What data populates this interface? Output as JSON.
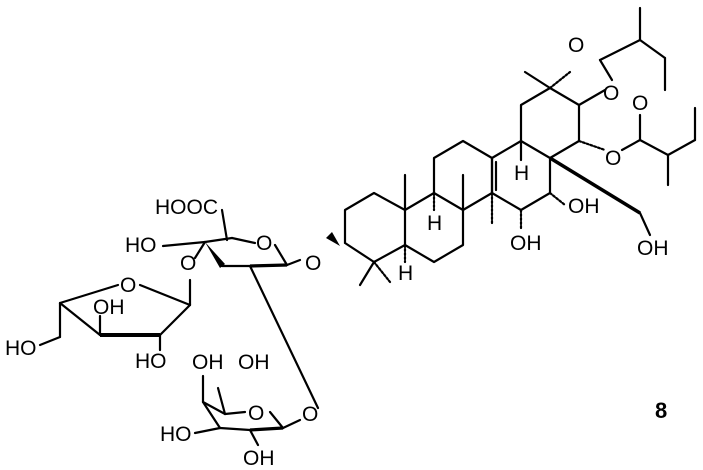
{
  "figure": {
    "compound_number": "8",
    "labels": {
      "glucuronic_acid": {
        "cooh": "HOOC",
        "oh": "HO",
        "ring_o": "O",
        "link_o_furanose": "O",
        "anomeric_o": "O"
      },
      "furanose": {
        "ring_o": "O",
        "oh_top": "OH",
        "oh_bottom": "HO",
        "ch2oh": "HO"
      },
      "galactose": {
        "oh_c4": "OH",
        "oh_c6": "OH",
        "ring_o": "O",
        "oh_c3": "HO",
        "oh_c2": "OH",
        "link_o": "O"
      },
      "aglycone": {
        "h_c5": "H",
        "h_c9": "H",
        "h_c18": "H",
        "oh_c15": "OH",
        "oh_c16": "OH",
        "ch2oh": "OH",
        "ester1_o": "O",
        "ester1_co": "O",
        "ester2_o": "O",
        "ester2_co": "O"
      }
    }
  }
}
